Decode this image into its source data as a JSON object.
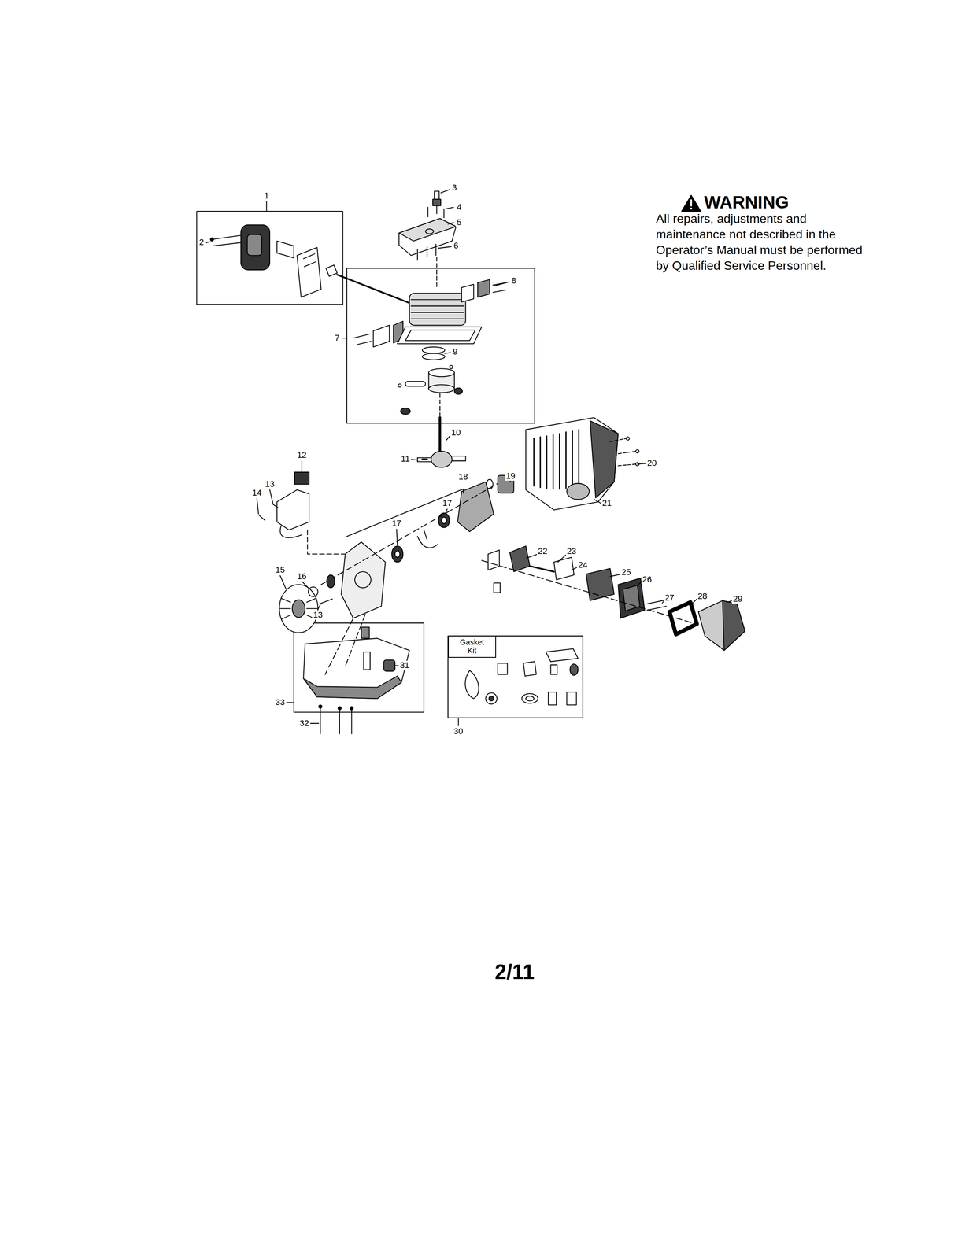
{
  "diagram": {
    "nodes": [
      {
        "text": [
          "Gasket Kit"
        ]
      }
    ],
    "labels": [
      "1",
      "2",
      "3",
      "4",
      "5",
      "6",
      "8",
      "7",
      "9",
      "10",
      "11",
      "12",
      "13",
      "14",
      "18",
      "17",
      "19",
      "20",
      "17",
      "21",
      "22",
      "23",
      "24",
      "15",
      "16",
      "25",
      "26",
      "27",
      "28",
      "29",
      "13",
      "31",
      "33",
      "32",
      "30",
      "WARNING",
      "All repairs, adjustments and maintenance not described in the Operator’s Manual must be performed by Qualified Service Personnel.",
      "2/11"
    ]
  }
}
